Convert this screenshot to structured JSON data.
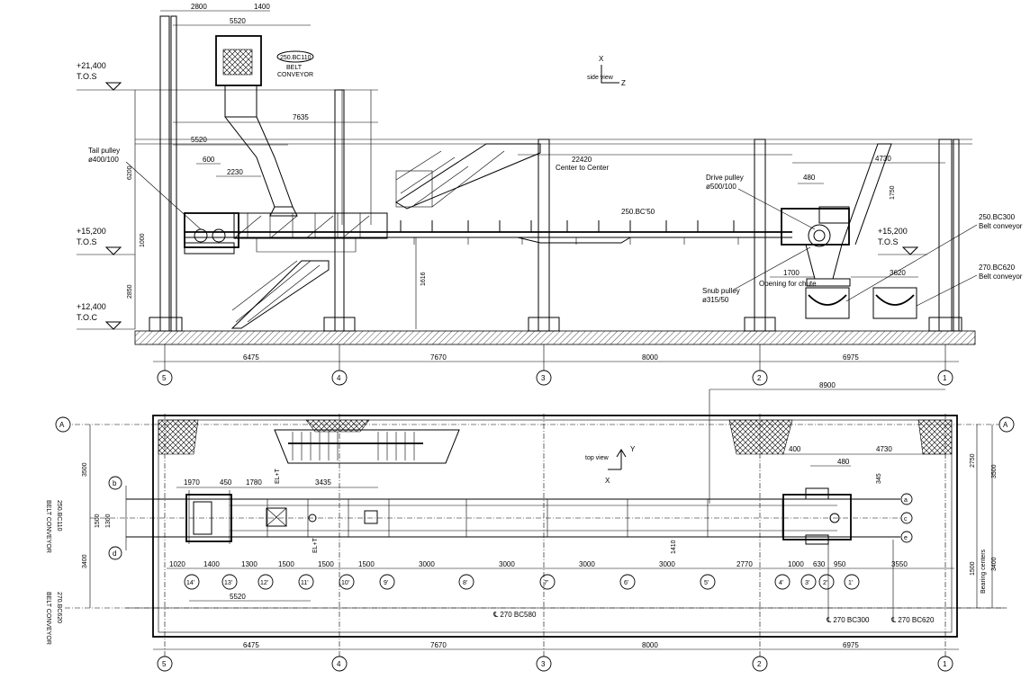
{
  "side_view": {
    "orientation": {
      "x": "X",
      "z": "Z",
      "label": "side view"
    },
    "levels": [
      {
        "value": "+21,400",
        "tag": "T.O.S"
      },
      {
        "value": "+15,200",
        "tag": "T.O.S"
      },
      {
        "value": "+12,400",
        "tag": "T.O.C"
      },
      {
        "value": "+15,200",
        "tag": "T.O.S"
      }
    ],
    "top_dims": [
      "2800",
      "1400",
      "5520",
      "7635",
      "5520",
      "600",
      "2230"
    ],
    "vertical_dims": [
      "6200",
      "1000",
      "2850",
      "1616",
      "1750"
    ],
    "conveyor_label": "250.BC'50",
    "center_dim": "22420",
    "center_text": "Center to Center",
    "right_dims": [
      "4730",
      "480",
      "1700",
      "3620"
    ],
    "labels": {
      "tail_pulley": "Tail pulley",
      "tail_pulley_size": "ø400/100",
      "drive_pulley": "Drive pulley",
      "drive_pulley_size": "ø500/100",
      "snub_pulley": "Snub pulley",
      "snub_pulley_size": "ø315/50",
      "chute_opening": "Opening for chute",
      "bc300": "250.BC300",
      "bc620": "270.BC620",
      "belt_conveyor": "Belt conveyor",
      "bc110": "250.BC110",
      "belt": "BELT",
      "conveyor": "CONVEYOR"
    },
    "grid_labels": [
      "5",
      "4",
      "3",
      "2",
      "1"
    ],
    "grid_spacing": [
      "6475",
      "7670",
      "8000",
      "6975"
    ]
  },
  "top_view": {
    "orientation": {
      "y": "Y",
      "x": "X",
      "label": "top view"
    },
    "row_labels": [
      "A",
      "A",
      "b",
      "d",
      "a",
      "c",
      "e"
    ],
    "top_dim": "8900",
    "left_dims": [
      "3500",
      "3400",
      "1500",
      "1300"
    ],
    "right_dims": [
      "2750",
      "3500",
      "1500",
      "3400"
    ],
    "bearing_centers": "Bearing centers",
    "upper_dims": [
      "1970",
      "450",
      "1780",
      "3435",
      "400",
      "4730",
      "480",
      "345",
      "1410"
    ],
    "bottom_dims": [
      "1020",
      "1400",
      "1300",
      "1500",
      "1500",
      "1500",
      "3000",
      "3000",
      "3000",
      "3000",
      "2770",
      "1000",
      "630",
      "950",
      "3550"
    ],
    "station_labels": [
      "14'",
      "13'",
      "12'",
      "11'",
      "10'",
      "9'",
      "8'",
      "7'",
      "6'",
      "5'",
      "4'",
      "3'",
      "2'",
      "1'"
    ],
    "span_dim": "5520",
    "centerline_main": "℄ 270 BC580",
    "centerline_bc300": "℄ 270 BC300",
    "centerline_bc620": "℄ 270 BC620",
    "left_conveyor_top": "250.BC110",
    "left_conveyor_top_sub": "BELT CONVEYOR",
    "left_conveyor_bottom": "270.BC620",
    "left_conveyor_bottom_sub": "BELT CONVEYOR",
    "el_mark_1": "EL+T",
    "el_mark_2": "EL+T",
    "grid_labels": [
      "5",
      "4",
      "3",
      "2",
      "1"
    ],
    "grid_spacing": [
      "6475",
      "7670",
      "8000",
      "6975"
    ]
  }
}
